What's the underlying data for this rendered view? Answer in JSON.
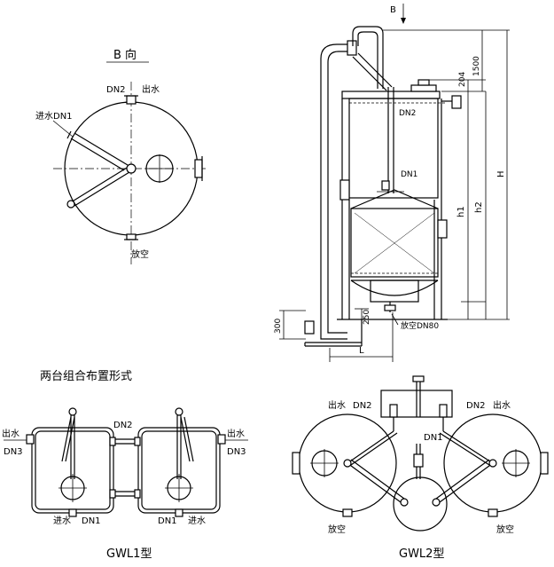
{
  "labels": {
    "view_b_title": "B 向",
    "b_arrow": "B",
    "dn2": "DN2",
    "outlet": "出水",
    "inlet_dn1": "进水DN1",
    "inlet": "进水",
    "drain": "放空",
    "dn1": "DN1",
    "drain_dn80": "放空DN80",
    "dn3": "DN3",
    "dim_1500": "1500",
    "dim_204": "204",
    "dim_H": "H",
    "dim_h1": "h1",
    "dim_h2": "h2",
    "dim_300": "300",
    "dim_250": "250",
    "dim_L": "L",
    "section_title": "两台组合布置形式",
    "gwl1": "GWL1型",
    "gwl2": "GWL2型"
  }
}
